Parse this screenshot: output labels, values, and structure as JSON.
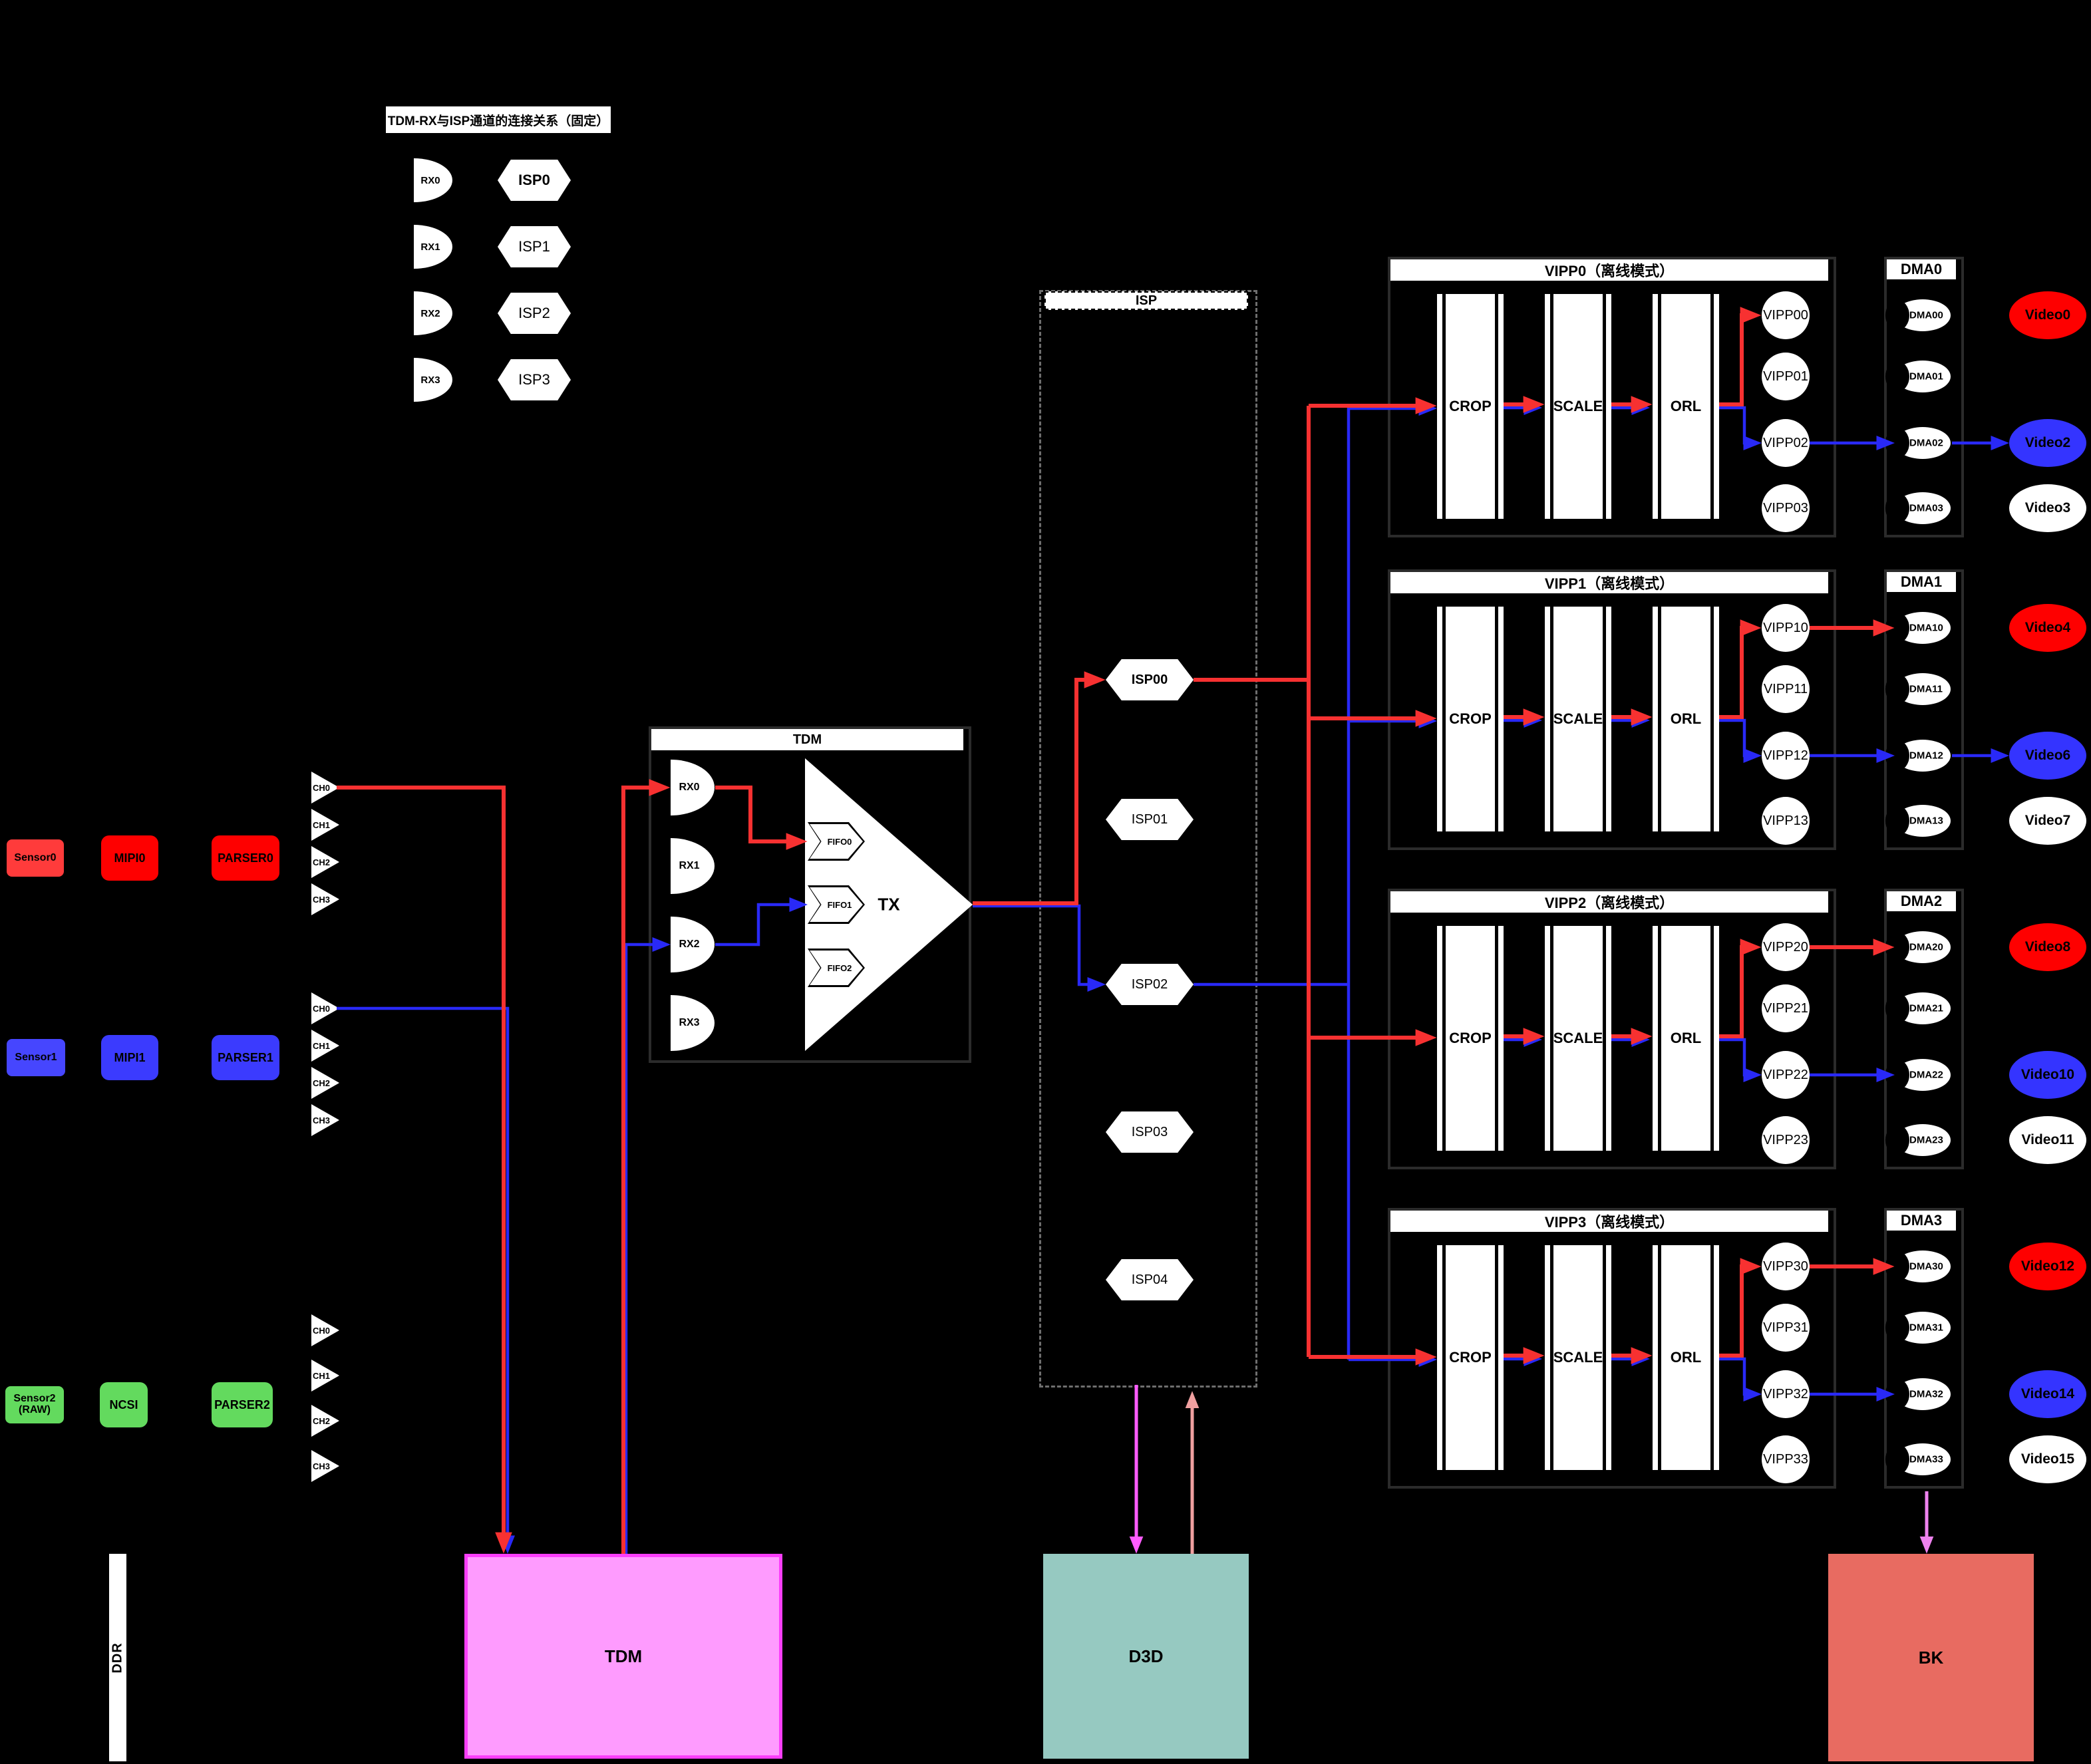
{
  "legend": {
    "title": "TDM-RX与ISP通道的连接关系（固定）",
    "rx_items": [
      "RX0",
      "RX1",
      "RX2",
      "RX3"
    ],
    "isp_items": [
      "ISP0",
      "ISP1",
      "ISP2",
      "ISP3"
    ]
  },
  "pipelines": [
    {
      "sensor": "Sensor0",
      "sensor_sub": "",
      "mipi": "MIPI0",
      "parser": "PARSER0",
      "channels": [
        "CH0",
        "CH1",
        "CH2",
        "CH3"
      ]
    },
    {
      "sensor": "Sensor1",
      "sensor_sub": "",
      "mipi": "MIPI1",
      "parser": "PARSER1",
      "channels": [
        "CH0",
        "CH1",
        "CH2",
        "CH3"
      ]
    },
    {
      "sensor": "Sensor2",
      "sensor_sub": "(RAW)",
      "mipi": "NCSI",
      "parser": "PARSER2",
      "channels": [
        "CH0",
        "CH1",
        "CH2",
        "CH3"
      ]
    }
  ],
  "tdm_block": {
    "title": "TDM",
    "rx": [
      "RX0",
      "RX1",
      "RX2",
      "RX3"
    ],
    "fifo": [
      "FIFO0",
      "FIFO1",
      "FIFO2"
    ],
    "tx": "TX"
  },
  "isp_block": {
    "title": "ISP",
    "channels": [
      "ISP00",
      "ISP01",
      "ISP02",
      "ISP03",
      "ISP04"
    ]
  },
  "vipp_groups": [
    {
      "title": "VIPP0（离线模式）",
      "stages": [
        "CROP",
        "SCALE",
        "ORL"
      ],
      "outputs": [
        "VIPP00",
        "VIPP01",
        "VIPP02",
        "VIPP03"
      ],
      "dma": {
        "title": "DMA0",
        "channels": [
          "DMA00",
          "DMA01",
          "DMA02",
          "DMA03"
        ]
      },
      "videos": [
        {
          "label": "Video0",
          "color": "#fe0000"
        },
        {
          "label": "Video2",
          "color": "#3434ff"
        },
        {
          "label": "Video3",
          "color": "#ffffff"
        }
      ]
    },
    {
      "title": "VIPP1（离线模式）",
      "stages": [
        "CROP",
        "SCALE",
        "ORL"
      ],
      "outputs": [
        "VIPP10",
        "VIPP11",
        "VIPP12",
        "VIPP13"
      ],
      "dma": {
        "title": "DMA1",
        "channels": [
          "DMA10",
          "DMA11",
          "DMA12",
          "DMA13"
        ]
      },
      "videos": [
        {
          "label": "Video4",
          "color": "#fe0000"
        },
        {
          "label": "Video6",
          "color": "#3434ff"
        },
        {
          "label": "Video7",
          "color": "#ffffff"
        }
      ]
    },
    {
      "title": "VIPP2（离线模式）",
      "stages": [
        "CROP",
        "SCALE",
        "ORL"
      ],
      "outputs": [
        "VIPP20",
        "VIPP21",
        "VIPP22",
        "VIPP23"
      ],
      "dma": {
        "title": "DMA2",
        "channels": [
          "DMA20",
          "DMA21",
          "DMA22",
          "DMA23"
        ]
      },
      "videos": [
        {
          "label": "Video8",
          "color": "#fe0000"
        },
        {
          "label": "Video10",
          "color": "#3434ff"
        },
        {
          "label": "Video11",
          "color": "#ffffff"
        }
      ]
    },
    {
      "title": "VIPP3（离线模式）",
      "stages": [
        "CROP",
        "SCALE",
        "ORL"
      ],
      "outputs": [
        "VIPP30",
        "VIPP31",
        "VIPP32",
        "VIPP33"
      ],
      "dma": {
        "title": "DMA3",
        "channels": [
          "DMA30",
          "DMA31",
          "DMA32",
          "DMA33"
        ]
      },
      "videos": [
        {
          "label": "Video12",
          "color": "#fe0000"
        },
        {
          "label": "Video14",
          "color": "#3434ff"
        },
        {
          "label": "Video15",
          "color": "#ffffff"
        }
      ]
    }
  ],
  "memory": {
    "ddr": "DDR",
    "tdm_buffer": "TDM",
    "d3d": "D3D",
    "bk": "BK"
  },
  "colors": {
    "red": "#f73131",
    "blue": "#2929f7",
    "magenta": "#ff5cff",
    "salmon": "#f0a0a0",
    "violet": "#ee82ee"
  }
}
